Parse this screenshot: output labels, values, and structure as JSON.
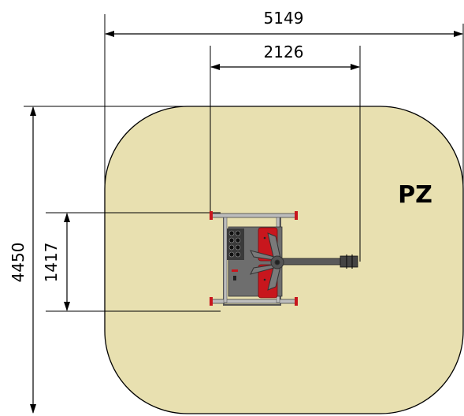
{
  "diagram": {
    "zone_label": "PZ",
    "zone_fill": "#e8e0b0",
    "accent_red": "#c8161d",
    "frame_gray": "#6e6e6e",
    "dimensions": {
      "overall_width": "5149",
      "equipment_width": "2126",
      "overall_depth": "4450",
      "equipment_depth": "1417"
    }
  }
}
